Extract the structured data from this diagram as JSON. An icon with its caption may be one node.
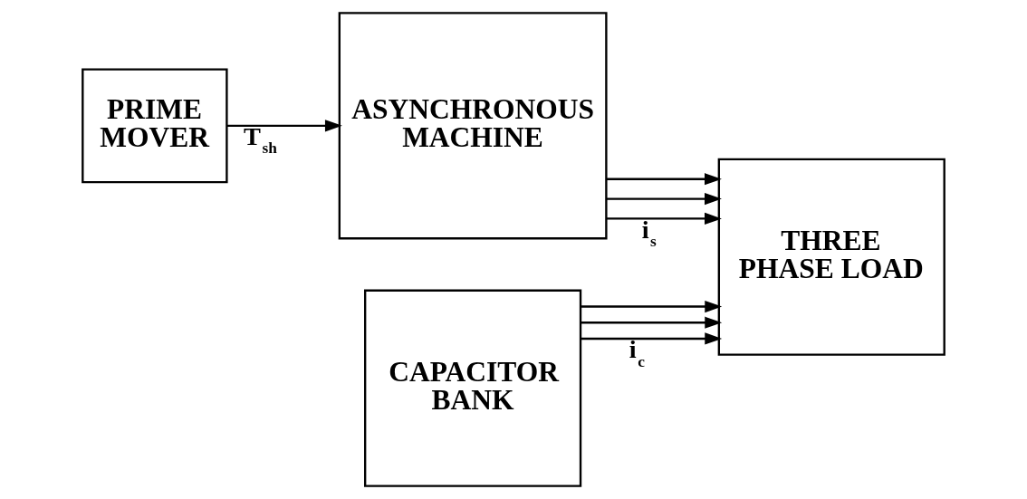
{
  "diagram": {
    "nodes": [
      {
        "text": [
          "PRIME MOVER"
        ]
      },
      {
        "text": [
          "ASYNCHRONOUS MACHINE"
        ]
      },
      {
        "text": [
          "THREE PHASE LOAD"
        ]
      },
      {
        "text": [
          "CAPACITOR BANK"
        ]
      }
    ],
    "edges": [
      {
        "from": 0,
        "to": 1,
        "arrow": "to",
        "label": "T$_{sh}$"
      },
      {
        "from": 1,
        "to": 2,
        "arrow": "to",
        "label": "i$_{s}$"
      },
      {
        "from": 1,
        "to": 2,
        "arrow": "to"
      },
      {
        "from": 1,
        "to": 2,
        "arrow": "to"
      },
      {
        "from": 3,
        "to": 2,
        "arrow": "to",
        "label": "i$_{c}$"
      },
      {
        "from": 3,
        "to": 2,
        "arrow": "to"
      },
      {
        "from": 3,
        "to": 2,
        "arrow": "to"
      }
    ]
  }
}
